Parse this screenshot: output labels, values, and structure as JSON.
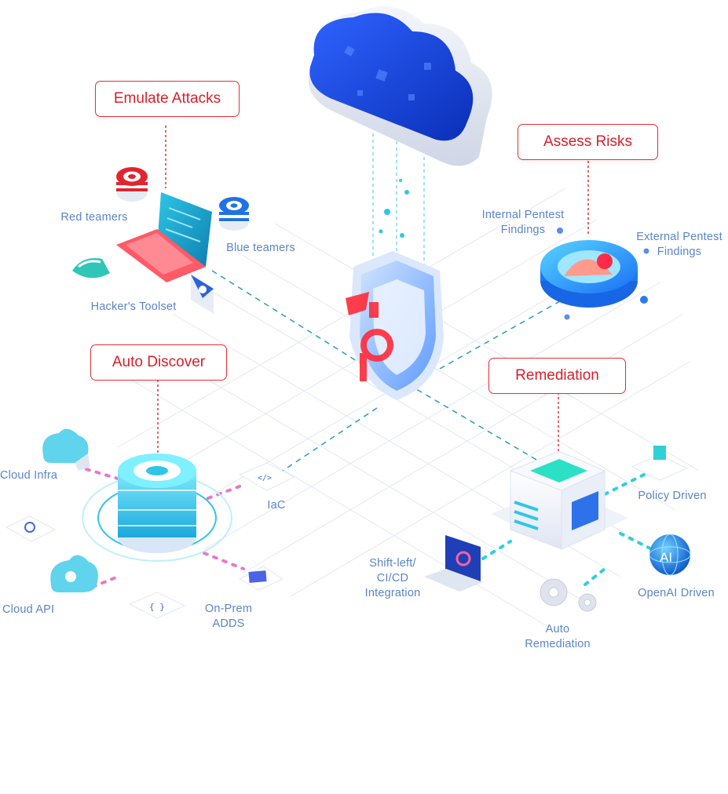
{
  "callouts": {
    "emulate": "Emulate Attacks",
    "assess": "Assess Risks",
    "discover": "Auto Discover",
    "remediation": "Remediation"
  },
  "labels": {
    "red_teamers": "Red teamers",
    "blue_teamers": "Blue teamers",
    "hackers_toolset": "Hacker's Toolset",
    "internal_pentest": [
      "Internal Pentest",
      "Findings"
    ],
    "external_pentest": [
      "External Pentest",
      "Findings"
    ],
    "cloud_infra": "Cloud Infra",
    "iac": "IaC",
    "cloud_api": "Cloud API",
    "on_prem": [
      "On-Prem",
      "ADDS"
    ],
    "policy_driven": "Policy Driven",
    "shift_left": [
      "Shift-left/",
      "CI/CD",
      "Integration"
    ],
    "openai_driven": "OpenAI Driven",
    "auto_remediation": [
      "Auto",
      "Remediation"
    ]
  },
  "colors": {
    "accent_red": "#e2323c",
    "label_blue": "#5a85c6",
    "cyan": "#2fc6e8",
    "deep_blue": "#1f5fe0",
    "connector_pink": "#e879c9",
    "connector_teal": "#2a9db5"
  },
  "icons": [
    "cloud-icon",
    "shield-icon",
    "laptop-icon",
    "red-target-icon",
    "blue-target-icon",
    "hacker-toolset-icon",
    "risk-ring-icon",
    "database-stack-icon",
    "cloud-infra-icon",
    "cloud-api-icon",
    "iac-code-icon",
    "on-prem-icon",
    "gear-chip-icon",
    "server-icon",
    "policy-icon",
    "cicd-laptop-icon",
    "openai-globe-icon",
    "gears-icon"
  ]
}
